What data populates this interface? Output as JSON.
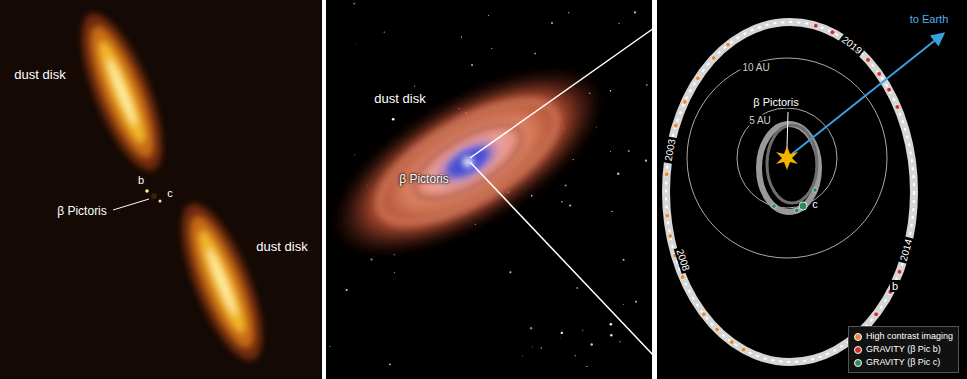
{
  "diagram": {
    "labels": [
      "dust disk",
      "b",
      "c",
      "β Pictoris",
      "dust disk",
      "dust disk",
      "β Pictoris",
      "2019",
      "to Earth",
      "10 AU",
      "5 AU",
      "β Pictoris",
      "c",
      "2003",
      "2008",
      "2014",
      "b"
    ],
    "legend": [
      {
        "text": "High contrast imaging",
        "color": "#e8893a"
      },
      {
        "text": "GRAVITY (β Pic b)",
        "color": "#c8322a"
      },
      {
        "text": "GRAVITY (β Pic c)",
        "color": "#2e8b57"
      }
    ]
  }
}
